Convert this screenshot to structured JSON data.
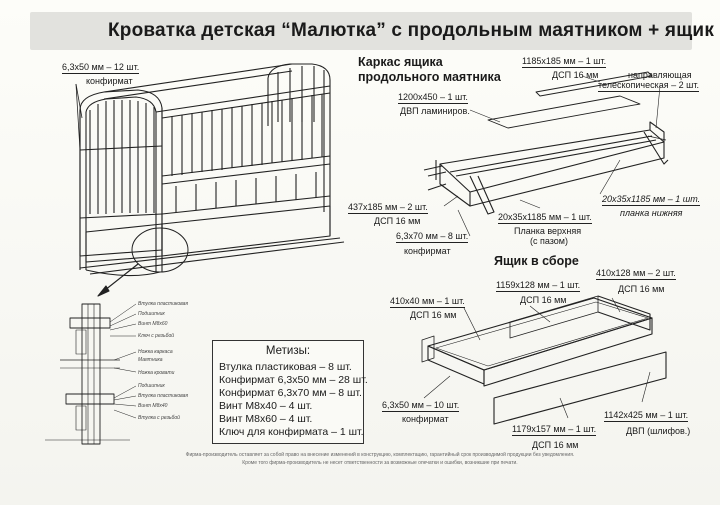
{
  "title": "Кроватка детская “Малютка” с продольным маятником + ящик",
  "crib": {
    "top_label_qty": "6,3х50 мм – 12 шт.",
    "top_label_name": "конфирмат"
  },
  "frame_section": {
    "heading_line1": "Каркас ящика",
    "heading_line2": "продольного маятника",
    "dvp_qty": "1200х450 – 1 шт.",
    "dvp_name": "ДВП ламиниров.",
    "dsp_top_qty": "1185х185 мм – 1 шт.",
    "dsp_top_name": "ДСП 16 мм",
    "guide_line1": "направляющая",
    "guide_line2": "телескопическая – 2 шт.",
    "side_qty": "437х185 мм – 2 шт.",
    "side_name": "ДСП 16 мм",
    "plank_top_qty": "20х35х1185 мм – 1 шт.",
    "plank_top_line1": "Планка верхняя",
    "plank_top_line2": "(с пазом)",
    "plank_low_qty": "20х35х1185 мм – 1 шт.",
    "plank_low_name": "планка нижняя",
    "confirmat_qty": "6,3х70 мм – 8 шт.",
    "confirmat_name": "конфирмат"
  },
  "drawer_section": {
    "heading": "Ящик в сборе",
    "a_qty": "410х128 мм – 2 шт.",
    "a_name": "ДСП 16 мм",
    "b_qty": "1159х128 мм – 1 шт.",
    "b_name": "ДСП 16 мм",
    "c_qty": "410х40 мм – 1 шт.",
    "c_name": "ДСП 16 мм",
    "conf_qty": "6,3х50 мм – 10 шт.",
    "conf_name": "конфирмат",
    "d_qty": "1142х425 мм – 1 шт.",
    "d_name": "ДВП (шлифов.)",
    "e_qty": "1179х157 мм – 1 шт.",
    "e_name": "ДСП 16 мм"
  },
  "detail": {
    "labels": [
      "Втулка пластиковая",
      "Подшипник",
      "Винт М8х60",
      "Ключ с резьбой",
      "Ножка каркаса",
      "Маятника",
      "Ножка кровати",
      "Подшипник",
      "Втулка пластиковая",
      "Винт М8х40",
      "Втулка с резьбой"
    ]
  },
  "metizy": {
    "title": "Метизы:",
    "rows": [
      "Втулка пластиковая – 8 шт.",
      "Конфирмат 6,3х50 мм – 28 шт.",
      "Конфирмат 6,3х70 мм – 8 шт.",
      "Винт М8х40 – 4 шт.",
      "Винт М8х60 – 4 шт.",
      "Ключ для конфирмата – 1 шт."
    ]
  },
  "footer": {
    "line1": "Фирма-производитель оставляет за собой право на внесение изменений в конструкцию, комплектацию, гарантийный срок производимой продукции без уведомления.",
    "line2": "Кроме того фирма-производитель не несет ответственности за возможные опечатки и ошибки, возникшие при печати."
  }
}
